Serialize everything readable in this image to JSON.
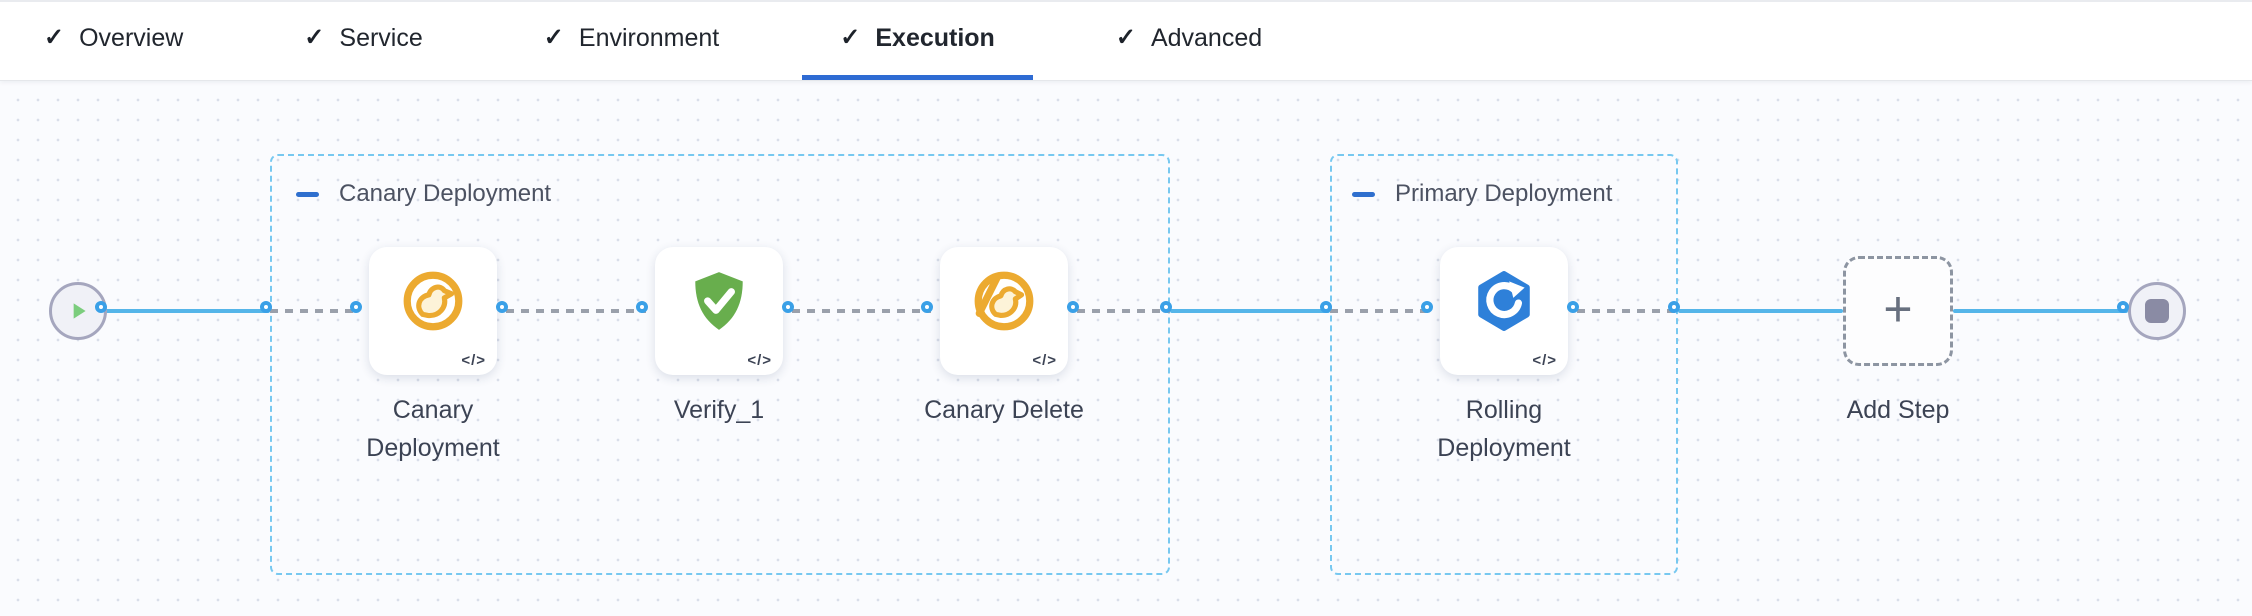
{
  "header_tabs": {
    "check_glyph": "✓",
    "items": [
      {
        "label": "Overview",
        "state": "completed"
      },
      {
        "label": "Service",
        "state": "completed"
      },
      {
        "label": "Environment",
        "state": "completed"
      },
      {
        "label": "Execution",
        "state": "active"
      },
      {
        "label": "Advanced",
        "state": "completed"
      }
    ]
  },
  "canvas": {
    "groups": [
      {
        "label": "Canary Deployment"
      },
      {
        "label": "Primary Deployment"
      }
    ],
    "steps": [
      {
        "label": "Canary Deployment",
        "icon": "canary-icon",
        "code_badge": "</>"
      },
      {
        "label": "Verify_1",
        "icon": "verify-shield-icon",
        "code_badge": "</>"
      },
      {
        "label": "Canary Delete",
        "icon": "canary-delete-icon",
        "code_badge": "</>"
      },
      {
        "label": "Rolling Deployment",
        "icon": "rolling-deployment-icon",
        "code_badge": "</>"
      }
    ],
    "add_step": {
      "label": "Add Step",
      "plus_glyph": "+"
    }
  },
  "colors": {
    "active_tab_underline": "#2e6bd3",
    "solid_connector": "#55b5e9",
    "dashed_connector": "#9aa0ab",
    "group_border": "#77c8f0",
    "port_border": "#3aa0e7",
    "canary_amber": "#ecaa30",
    "verify_green": "#68ae4d",
    "rolling_blue": "#2e80d9",
    "play_green": "#7bcd7d",
    "stop_gray": "#8a8ba4"
  }
}
